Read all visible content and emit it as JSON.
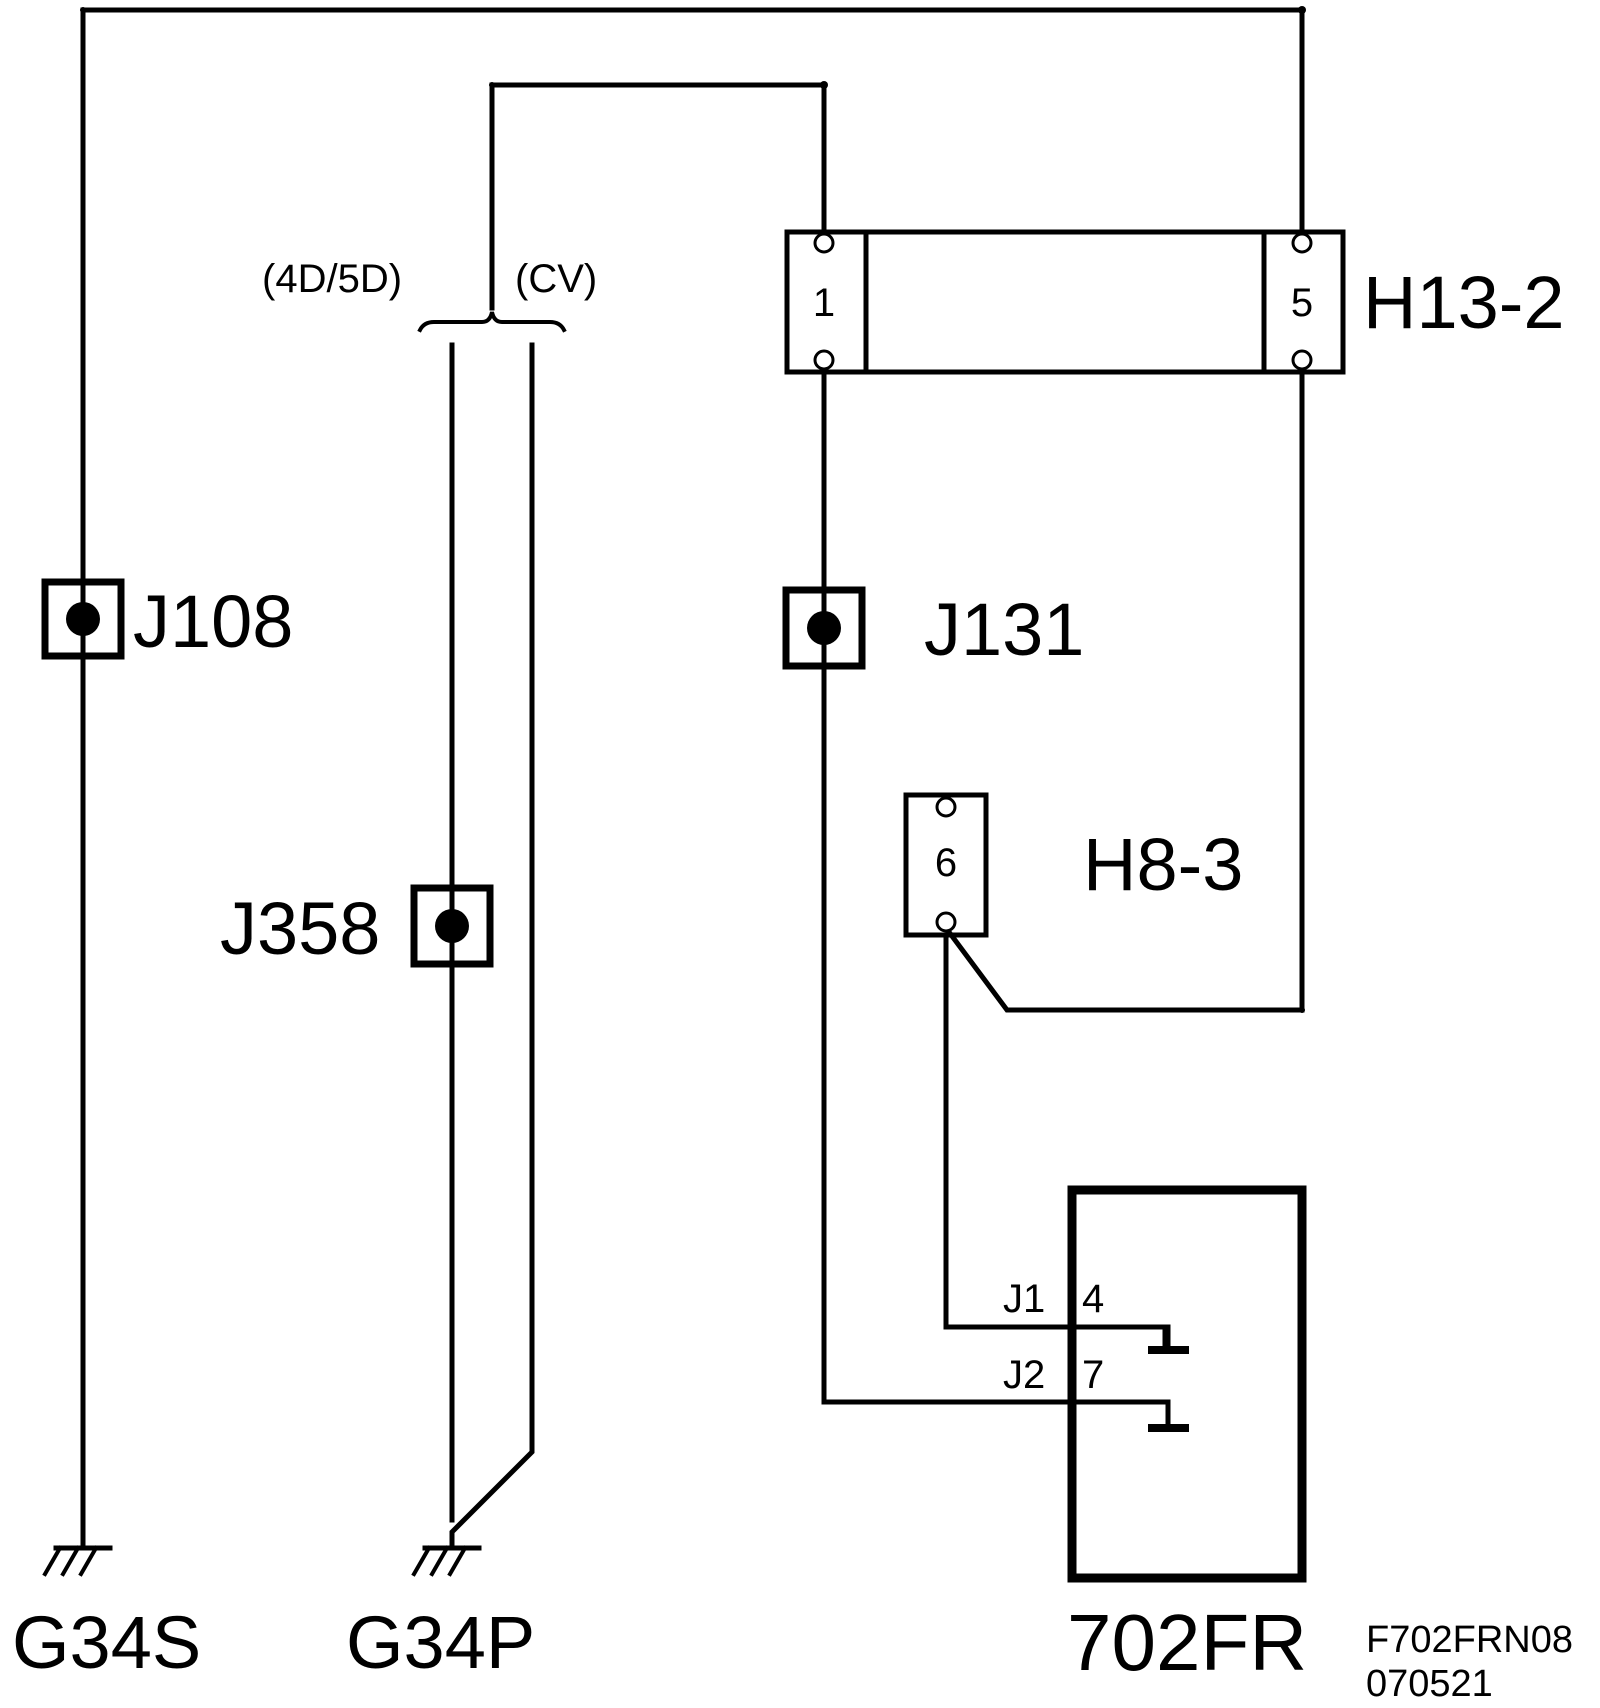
{
  "ground_left": "G34S",
  "ground_middle": "G34P",
  "splices": {
    "j108": "J108",
    "j358": "J358",
    "j131": "J131"
  },
  "variants": {
    "left": "(4D/5D)",
    "right": "(CV)"
  },
  "connector_h13": {
    "name": "H13-2",
    "pin_left": "1",
    "pin_right": "5"
  },
  "connector_h8": {
    "name": "H8-3",
    "pin": "6"
  },
  "module": {
    "name": "702FR",
    "pin1_connector": "J1",
    "pin1_number": "4",
    "pin2_connector": "J2",
    "pin2_number": "7"
  },
  "drawing_code": {
    "line1": "F702FRN08",
    "line2": "070521"
  }
}
